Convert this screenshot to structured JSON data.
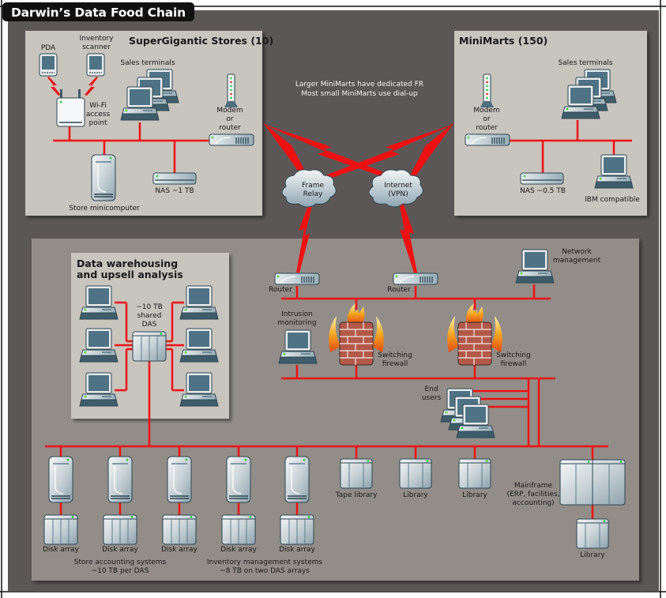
{
  "title": "Darwin’s Data Food Chain",
  "colors": {
    "outer_bg": "#5c5757",
    "store_panel": "#c8c4be",
    "datacenter_panel": "#928d88",
    "link_red": "#ee1111",
    "device_dark": "#4b6b7b",
    "frame_black": "#111111"
  },
  "super_stores": {
    "title": "SuperGigantic Stores (10)",
    "pda": "PDA",
    "scanner_line1": "Inventory",
    "scanner_line2": "scanner",
    "sales_terminals": "Sales terminals",
    "wifi_line1": "Wi-Fi",
    "wifi_line2": "access",
    "wifi_line3": "point",
    "modem_line1": "Modem",
    "modem_line2": "or",
    "modem_line3": "router",
    "nas": "NAS ~1 TB",
    "minicomputer": "Store minicomputer"
  },
  "mini_marts": {
    "title": "MiniMarts (150)",
    "sales_terminals": "Sales terminals",
    "modem_line1": "Modem",
    "modem_line2": "or",
    "modem_line3": "router",
    "nas": "NAS ~0.5 TB",
    "ibm": "IBM compatible"
  },
  "wan": {
    "note_line1": "Larger MiniMarts have dedicated FR",
    "note_line2": "Most small MiniMarts use dial-up",
    "frame_relay_line1": "Frame",
    "frame_relay_line2": "Relay",
    "internet_line1": "Internet",
    "internet_line2": "(VPN)"
  },
  "warehouse": {
    "title_line1": "Data warehousing",
    "title_line2": "and upsell analysis",
    "das_line1": "~10 TB",
    "das_line2": "shared",
    "das_line3": "DAS"
  },
  "datacenter": {
    "router1": "Router",
    "router2": "Router",
    "network_mgmt_line1": "Network",
    "network_mgmt_line2": "management",
    "intrusion_line1": "Intrusion",
    "intrusion_line2": "monitoring",
    "firewall1_line1": "Switching",
    "firewall1_line2": "firewall",
    "firewall2_line1": "Switching",
    "firewall2_line2": "firewall",
    "end_users_line1": "End",
    "end_users_line2": "users",
    "disk_arrays": [
      "Disk array",
      "Disk array",
      "Disk array",
      "Disk array",
      "Disk array"
    ],
    "store_acct_line1": "Store accounting systems",
    "store_acct_line2": "~10 TB per DAS",
    "inventory_line1": "Inventory management systems",
    "inventory_line2": "~8 TB on two DAS arrays",
    "tape_library": "Tape library",
    "library1": "Library",
    "library2": "Library",
    "mainframe_line1": "Mainframe",
    "mainframe_line2": "(ERP, facilities,",
    "mainframe_line3": "accounting)",
    "mainframe_library": "Library"
  }
}
